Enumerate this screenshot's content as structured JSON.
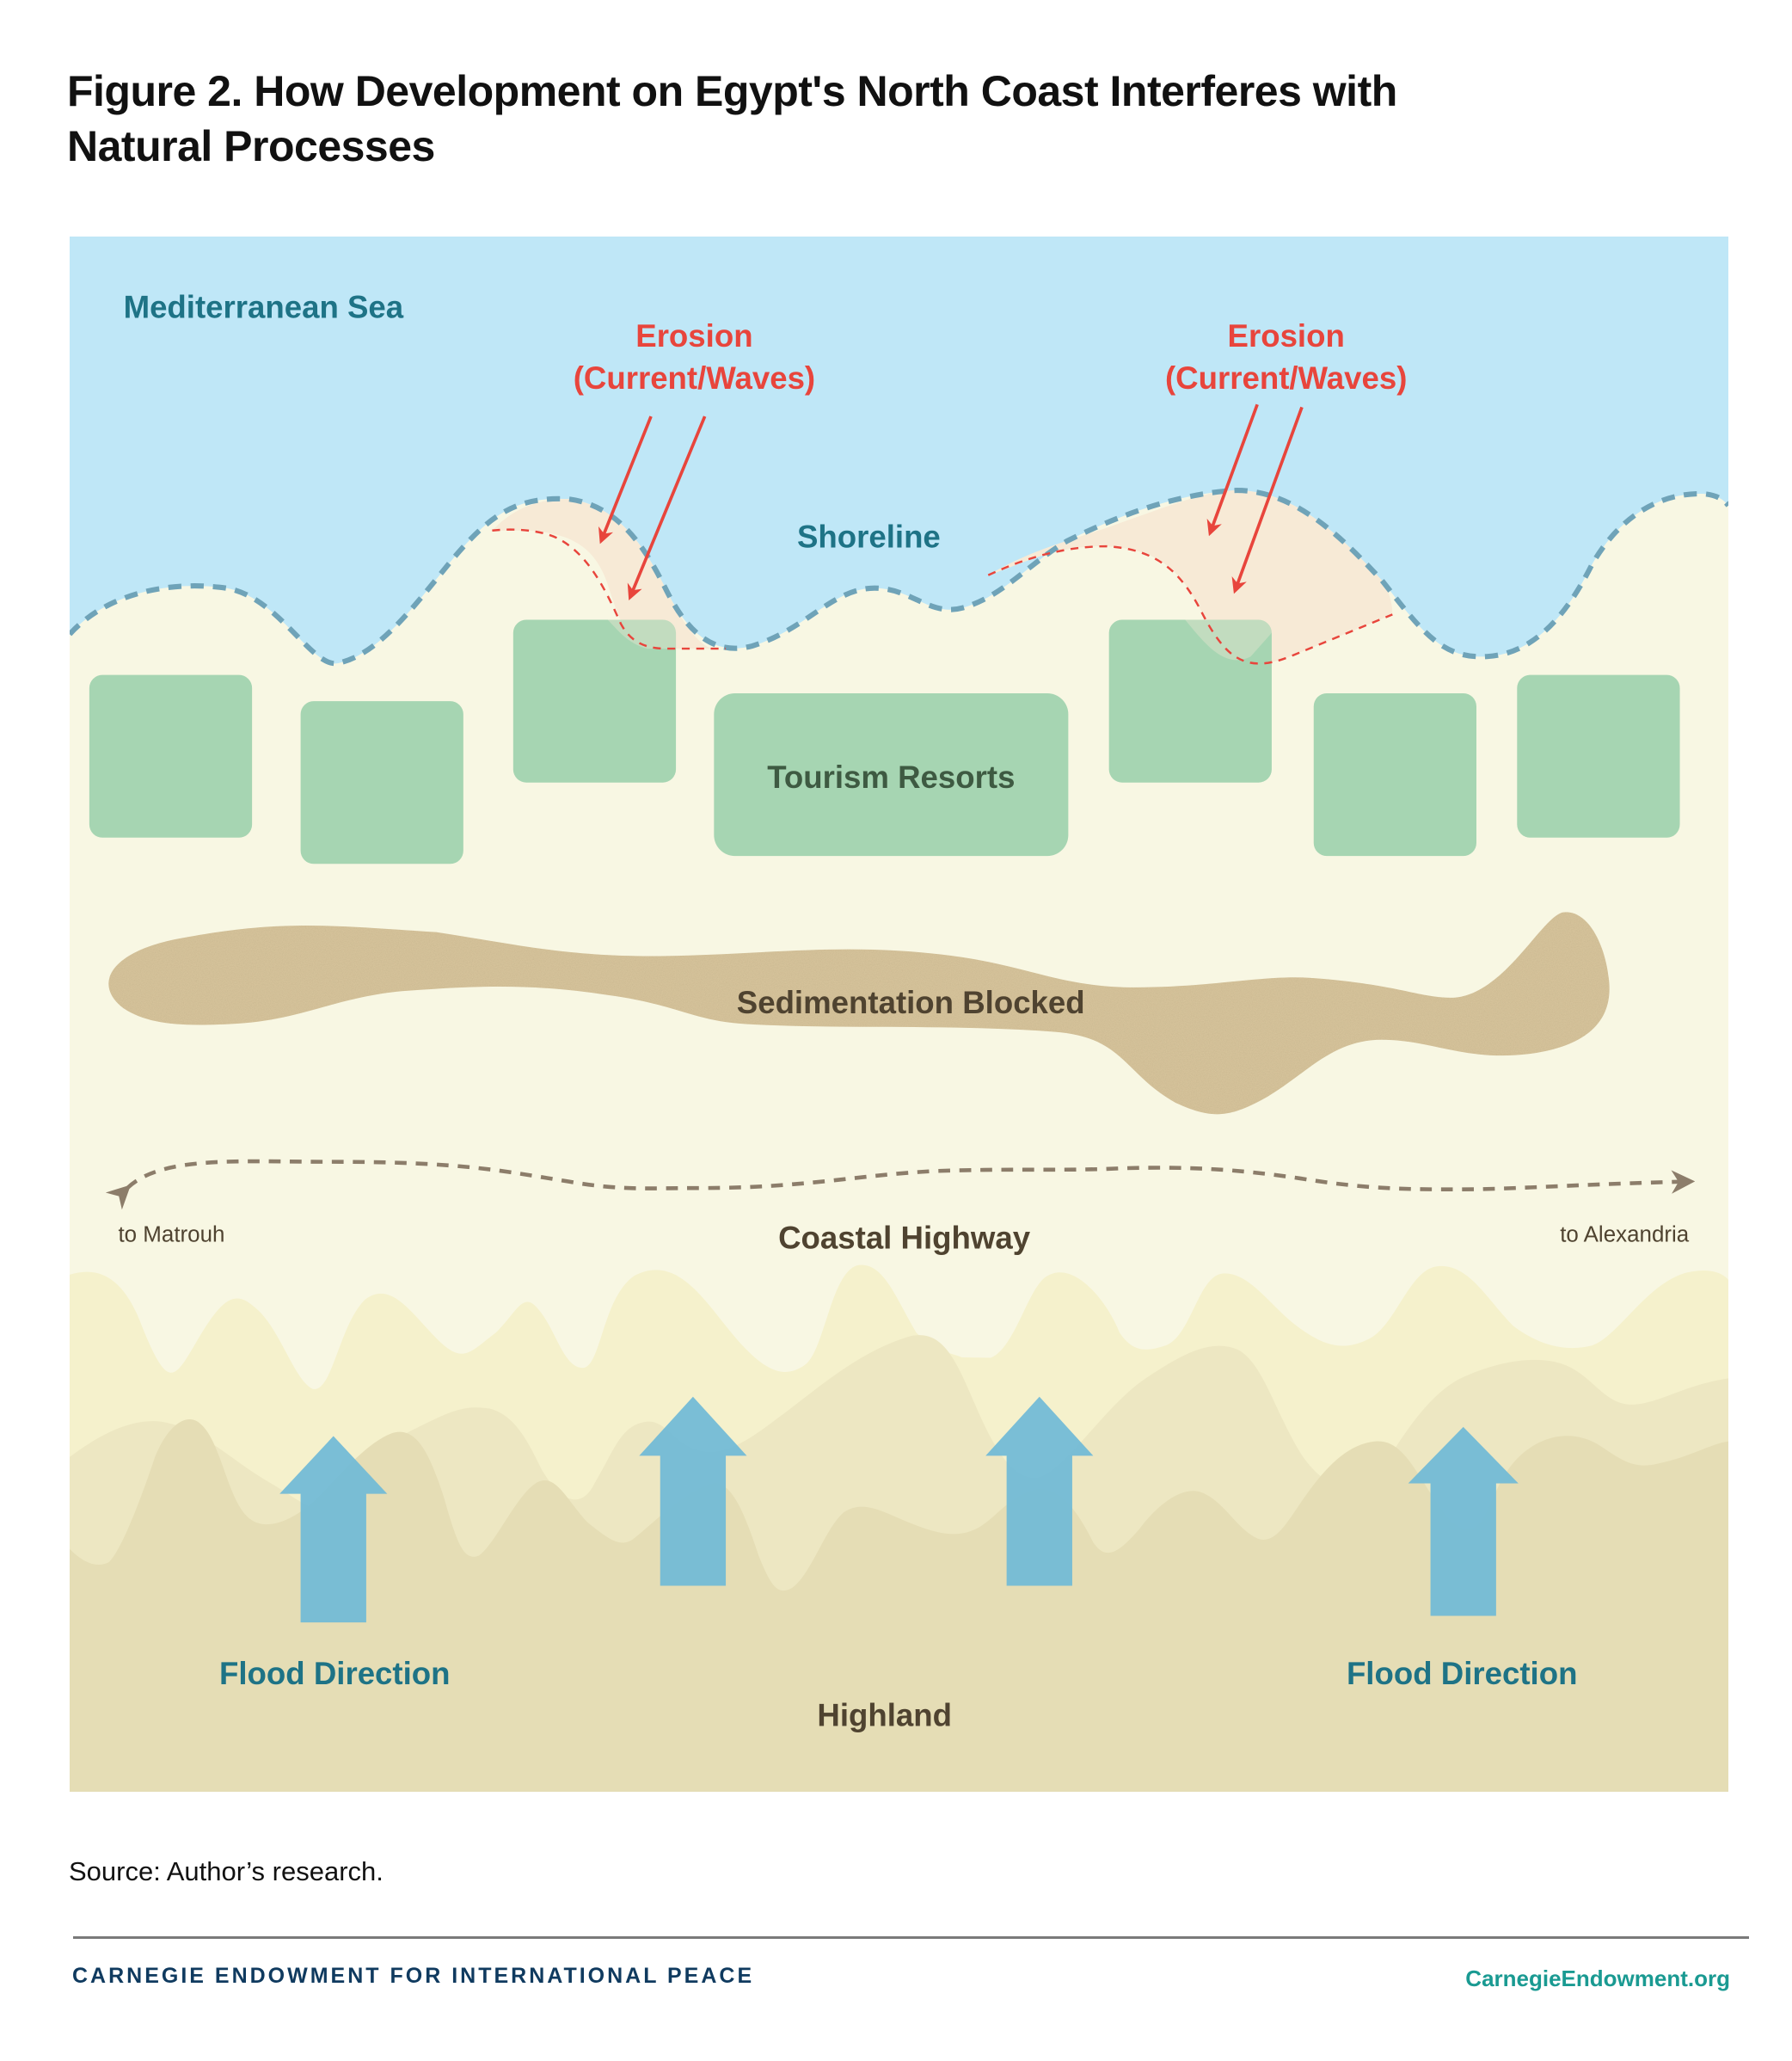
{
  "title": {
    "line1": "Figure 2. How Development on Egypt's North Coast Interferes with",
    "line2": "Natural Processes"
  },
  "diagram": {
    "sea_label": "Mediterranean Sea",
    "shoreline_label": "Shoreline",
    "erosion_labels": [
      {
        "line1": "Erosion",
        "line2": "(Current/Waves)"
      },
      {
        "line1": "Erosion",
        "line2": "(Current/Waves)"
      }
    ],
    "resorts_label": "Tourism Resorts",
    "resort_count": 7,
    "sediment_label": "Sedimentation Blocked",
    "highway_label": "Coastal Highway",
    "highway_left_label": "to Matrouh",
    "highway_right_label": "to Alexandria",
    "flood_labels": [
      "Flood Direction",
      "Flood Direction"
    ],
    "flood_arrow_count": 4,
    "highland_label": "Highland",
    "colors": {
      "sea": "#bfe7f7",
      "land": "#f8f7e3",
      "shoreline_dash": "#6fa3b8",
      "erosion": "#e8453c",
      "erosion_zone": "#f7ead6",
      "resort": "#a6d5b2",
      "sediment": "#d8c59c",
      "highway": "#8c7d6a",
      "flood_arrow": "#73bbd6",
      "highland_1": "#f5f1cc",
      "highland_2": "#ede7c2",
      "highland_3": "#e5ddb5",
      "teal_label": "#1e7386",
      "brown_label": "#4f4330"
    }
  },
  "source": "Source: Author’s research.",
  "footer": {
    "organization": "CARNEGIE ENDOWMENT FOR INTERNATIONAL PEACE",
    "website": "CarnegieEndowment.org"
  }
}
